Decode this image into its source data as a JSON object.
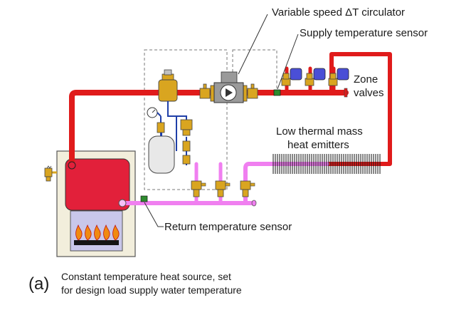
{
  "labels": {
    "circulator": "Variable speed ΔT circulator",
    "supply_sensor": "Supply temperature sensor",
    "zone_valves": [
      "Zone",
      "valves"
    ],
    "emitters": [
      "Low thermal mass",
      "heat emitters"
    ],
    "return_sensor": "Return temperature sensor"
  },
  "caption": {
    "letter": "(a)",
    "lines": [
      "Constant temperature heat source, set",
      "for design load supply water temperature"
    ]
  },
  "colors": {
    "supply_pipe": "#e01b1b",
    "return_pipe": "#f07ff0",
    "boiler_body": "#f2eedc",
    "boiler_tank": "#e2203a",
    "firebox": "#c9c7ea",
    "brass": "#d9a520",
    "zone_actuator": "#4a4fd6",
    "sensor": "#2e8b2e",
    "expansion_tank": "#e8e8e8",
    "trim_pipe": "#1f3fa8"
  }
}
